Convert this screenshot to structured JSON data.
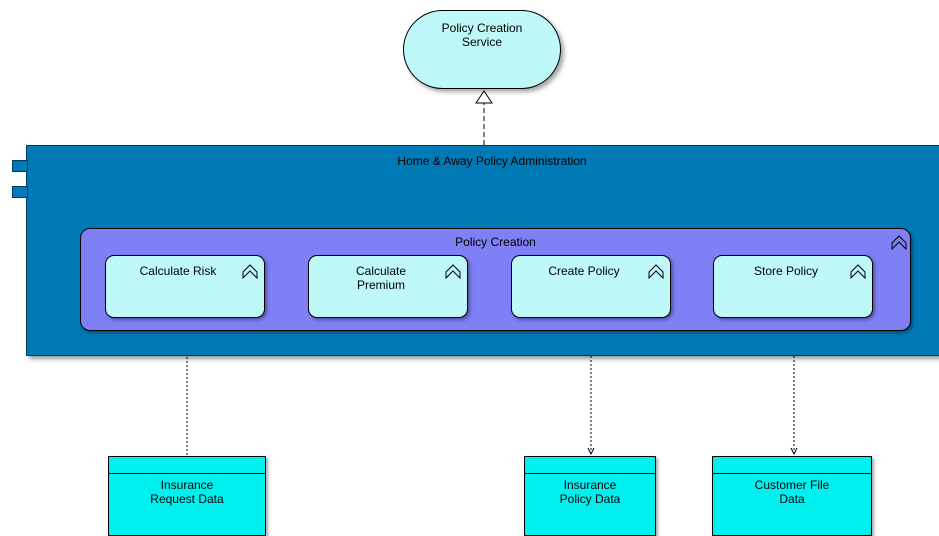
{
  "service": {
    "label": "Policy Creation\nService"
  },
  "application_component": {
    "label": "Home & Away Policy Administration"
  },
  "process": {
    "label": "Policy Creation",
    "icon": "process-arrow-icon"
  },
  "steps": [
    {
      "label": "Calculate Risk",
      "icon": "process-arrow-icon"
    },
    {
      "label": "Calculate\nPremium",
      "icon": "process-arrow-icon"
    },
    {
      "label": "Create Policy",
      "icon": "process-arrow-icon"
    },
    {
      "label": "Store Policy",
      "icon": "process-arrow-icon"
    }
  ],
  "data_objects": [
    {
      "label": "Insurance\nRequest Data"
    },
    {
      "label": "Insurance\nPolicy Data"
    },
    {
      "label": "Customer File\nData"
    }
  ],
  "colors": {
    "service": "#bff8f8",
    "component": "#0079b7",
    "process": "#7f7ff6",
    "step": "#bff8f8",
    "data_object": "#00f0f0"
  }
}
